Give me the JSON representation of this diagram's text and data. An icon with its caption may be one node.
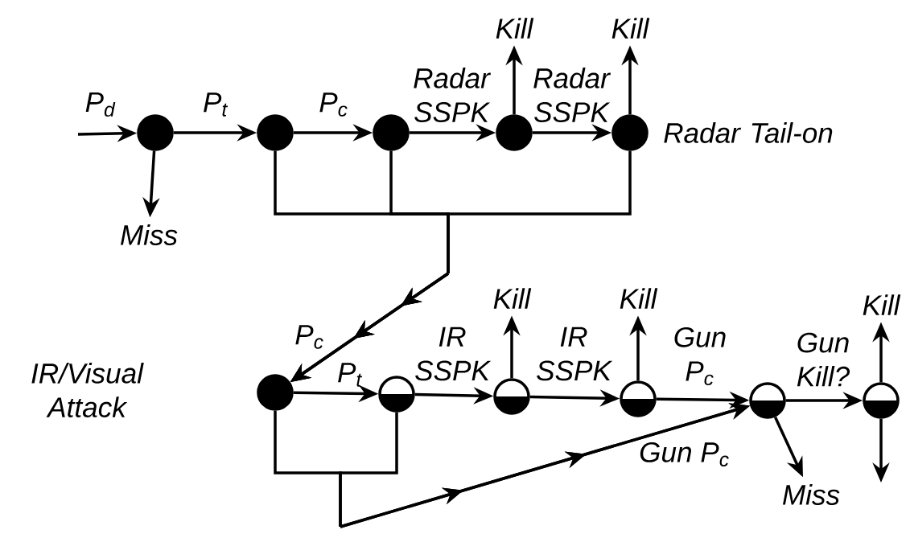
{
  "diagram": {
    "nodes": [
      {
        "text": [
          "Kill"
        ]
      },
      {
        "text": [
          "Kill"
        ]
      },
      {
        "text": [],
        "shape": "circle"
      },
      {
        "text": [],
        "shape": "circle"
      },
      {
        "text": [],
        "shape": "circle"
      },
      {
        "text": [],
        "shape": "circle"
      },
      {
        "text": [],
        "shape": "circle"
      },
      {
        "text": [
          "Miss"
        ]
      },
      {
        "text": [
          "Kill"
        ]
      },
      {
        "text": [
          "Kill"
        ]
      },
      {
        "text": [
          "Kill"
        ]
      },
      {
        "text": [],
        "shape": "circle"
      },
      {
        "text": [],
        "shape": "circle"
      },
      {
        "text": [],
        "shape": "circle"
      },
      {
        "text": [],
        "shape": "circle"
      },
      {
        "text": [],
        "shape": "circle"
      },
      {
        "text": [],
        "shape": "circle"
      },
      {
        "text": [
          "Miss"
        ]
      }
    ],
    "edges": [
      {
        "from": null,
        "to": 2,
        "arrow": "to",
        "label": "P$_{d}$"
      },
      {
        "from": 2,
        "to": 3,
        "arrow": "to",
        "label": "P$_{t}$"
      },
      {
        "from": 3,
        "to": 4,
        "arrow": "to",
        "label": "P$_{c}$"
      },
      {
        "from": 4,
        "to": 5,
        "arrow": "to",
        "label": "Radar SSPK"
      },
      {
        "from": 5,
        "to": 6,
        "arrow": "to",
        "label": "Radar SSPK"
      },
      {
        "from": 5,
        "to": 0,
        "arrow": "to"
      },
      {
        "from": 6,
        "to": 1,
        "arrow": "to"
      },
      {
        "from": 2,
        "to": 7,
        "arrow": "to"
      },
      {
        "from": 3,
        "to": 11,
        "arrow": "to",
        "label": "P$_{c}$"
      },
      {
        "from": 4,
        "to": 11,
        "arrow": "to"
      },
      {
        "from": 6,
        "to": 11,
        "arrow": "to"
      },
      {
        "from": 11,
        "to": 12,
        "arrow": "to",
        "label": "P$_{t}$"
      },
      {
        "from": 12,
        "to": 13,
        "arrow": "to",
        "label": "IR SSPK"
      },
      {
        "from": 13,
        "to": 14,
        "arrow": "to",
        "label": "IR SSPK"
      },
      {
        "from": 14,
        "to": 15,
        "arrow": "to",
        "label": "Gun P$_{c}$"
      },
      {
        "from": 15,
        "to": 16,
        "arrow": "to",
        "label": "Gun Kill?"
      },
      {
        "from": 13,
        "to": 8,
        "arrow": "to"
      },
      {
        "from": 14,
        "to": 9,
        "arrow": "to"
      },
      {
        "from": 16,
        "to": 10,
        "arrow": "to"
      },
      {
        "from": 15,
        "to": 17,
        "arrow": "to"
      },
      {
        "from": 16,
        "to": null,
        "arrow": "to"
      },
      {
        "from": 11,
        "to": 15,
        "arrow": "to",
        "label": "Gun P$_{c}$"
      },
      {
        "from": 12,
        "to": 15,
        "arrow": "to"
      }
    ],
    "labels": [
      "Radar Tail-on",
      "IR/Visual Attack"
    ]
  }
}
